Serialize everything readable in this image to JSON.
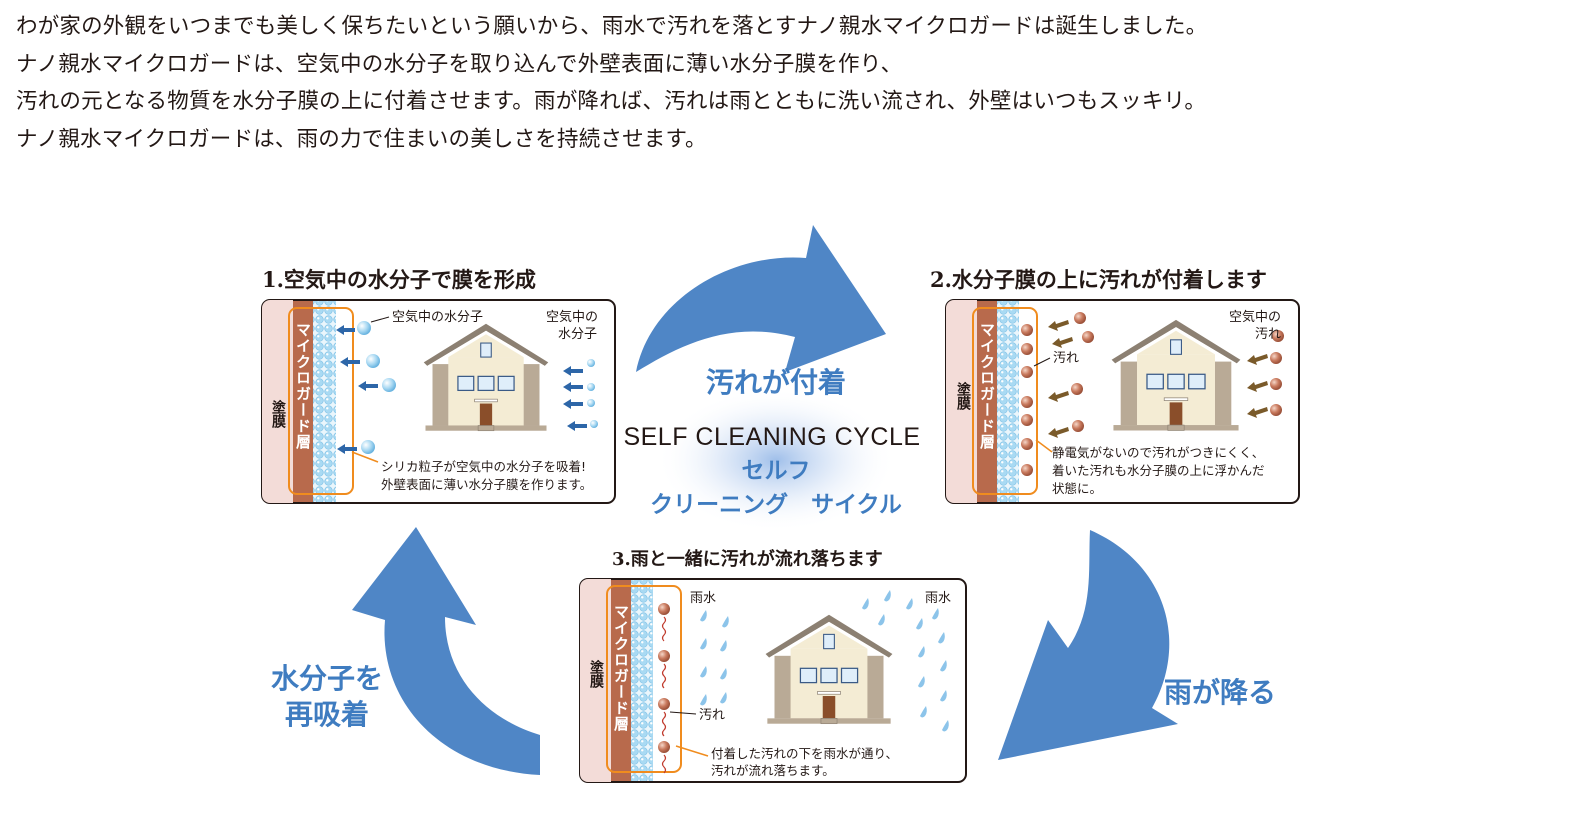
{
  "intro": [
    "わが家の外観をいつまでも美しく保ちたいという願いから、雨水で汚れを落とすナノ親水マイクロガードは誕生しました。",
    "ナノ親水マイクロガードは、空気中の水分子を取り込んで外壁表面に薄い水分子膜を作り、",
    "汚れの元となる物質を水分子膜の上に付着させます。雨が降れば、汚れは雨とともに洗い流され、外壁はいつもスッキリ。",
    "ナノ親水マイクロガードは、雨の力で住まいの美しさを持続させます。"
  ],
  "center": {
    "title_en": "SELF CLEANING CYCLE",
    "title_jp_1": "セルフ",
    "title_jp_2": "クリーニング　サイクル"
  },
  "arrows": {
    "top": "汚れが付着",
    "right": "雨が降る",
    "left_1": "水分子を",
    "left_2": "再吸着"
  },
  "panels": {
    "p1": {
      "title": "1.空気中の水分子で膜を形成",
      "coat_label": "塗膜",
      "layer_label": "マイクロガード層",
      "callout_1": "空気中の水分子",
      "callout_2_a": "空気中の",
      "callout_2_b": "水分子",
      "desc_1": "シリカ粒子が空気中の水分子を吸着!",
      "desc_2": "外壁表面に薄い水分子膜を作ります。"
    },
    "p2": {
      "title": "2.水分子膜の上に汚れが付着します",
      "coat_label": "塗膜",
      "layer_label": "マイクロガード層",
      "callout_1": "汚れ",
      "callout_2_a": "空気中の",
      "callout_2_b": "汚れ",
      "desc_1": "静電気がないので汚れがつきにくく、",
      "desc_2": "着いた汚れも水分子膜の上に浮かんだ",
      "desc_3": "状態に。"
    },
    "p3": {
      "title": "3.雨と一緒に汚れが流れ落ちます",
      "coat_label": "塗膜",
      "layer_label": "マイクロガード層",
      "callout_rain_1": "雨水",
      "callout_rain_2": "雨水",
      "callout_dirt": "汚れ",
      "desc_1": "付着した汚れの下を雨水が通り、",
      "desc_2": "汚れが流れ落ちます。"
    }
  },
  "colors": {
    "arrow_blue": "#4f86c6",
    "text_blue": "#3f7cc0",
    "layer_brown": "#b86a4c",
    "coat_pink": "#f3dcd8",
    "frame_orange": "#f08c1e",
    "house_tan": "#b9aa96",
    "dirt_brown": "#b06a50",
    "droplet_blue": "#8cc4ea"
  }
}
